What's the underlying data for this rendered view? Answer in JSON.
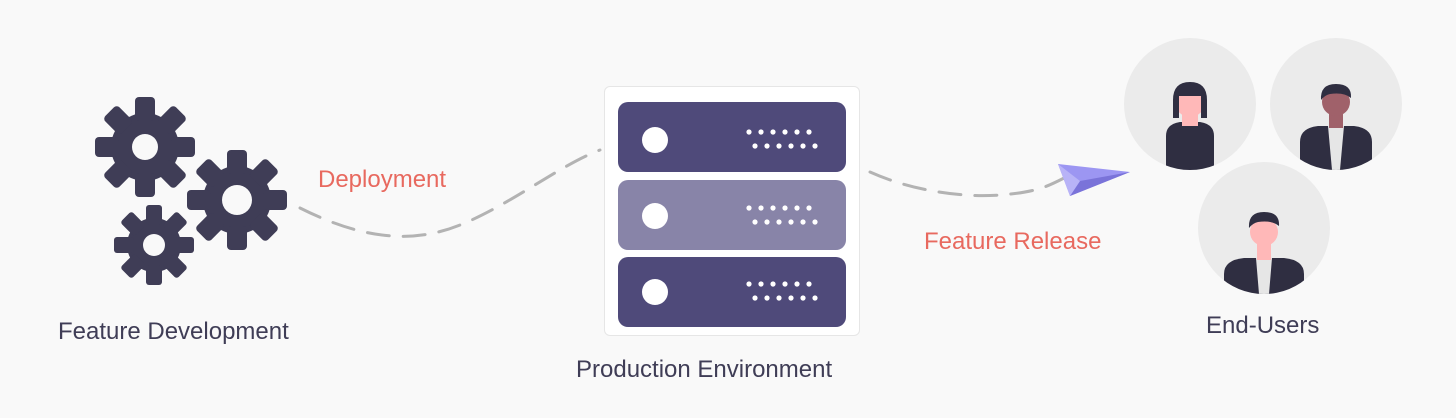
{
  "nodes": {
    "development": {
      "label": "Feature Development",
      "icon": "gears-icon"
    },
    "production": {
      "label": "Production Environment",
      "icon": "server-rack-icon"
    },
    "users": {
      "label": "End-Users",
      "icon": "users-icon"
    }
  },
  "edges": {
    "deployment": {
      "label": "Deployment",
      "from": "development",
      "to": "production"
    },
    "release": {
      "label": "Feature Release",
      "from": "production",
      "to": "users"
    }
  },
  "colors": {
    "background": "#f9f9f9",
    "text": "#3f3d56",
    "edge_label": "#e8695f",
    "gear": "#3f3d56",
    "server_dark": "#4f4a7a",
    "server_light": "#8884a8",
    "dash": "#b3b3b3",
    "paper_plane": "#9c96f2",
    "avatar_bg": "#ebebeb",
    "skin_light": "#ffb8b8",
    "skin_dark": "#a0616a",
    "hair": "#2f2e41"
  }
}
